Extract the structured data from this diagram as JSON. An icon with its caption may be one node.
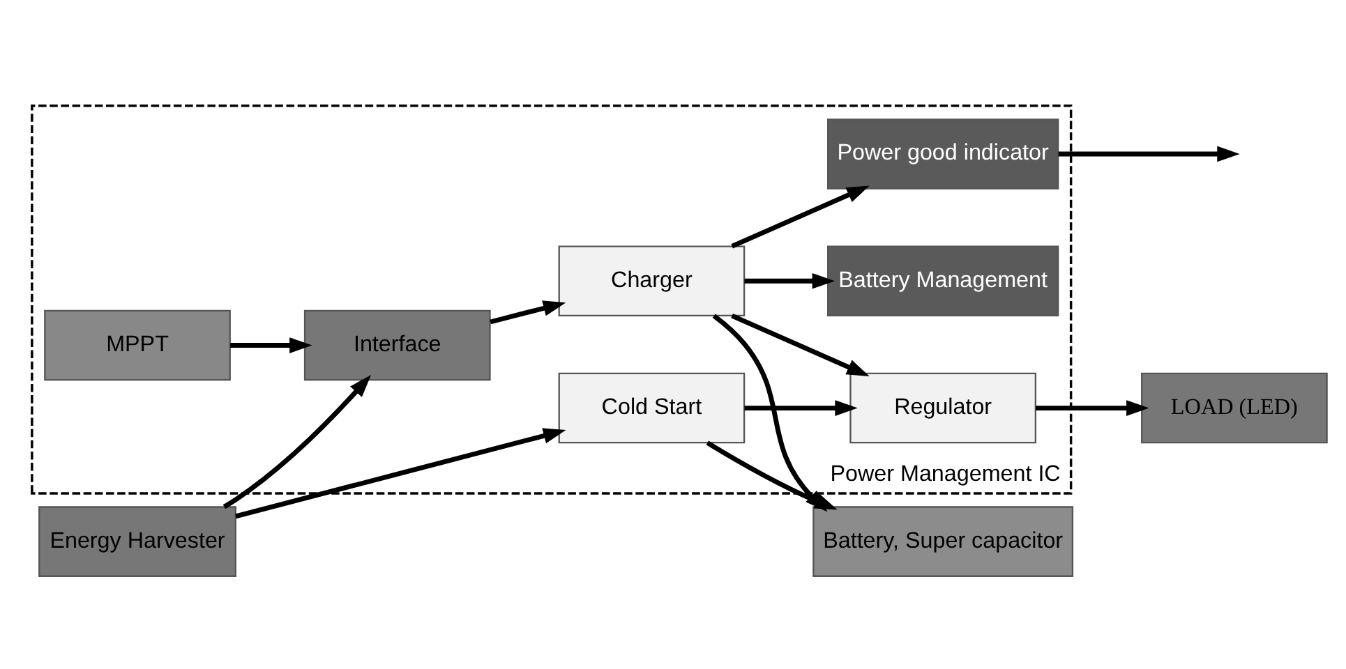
{
  "diagram": {
    "nodes": [
      {
        "text": [
          "Power Management IC"
        ]
      },
      {
        "text": [
          "Battery, Super capacitor"
        ]
      },
      {
        "text": [
          "MPPT"
        ],
        "in": 0
      },
      {
        "text": [
          "Battery Management"
        ],
        "in": 0
      },
      {
        "text": [
          "Power good indicator"
        ],
        "in": 0
      },
      {
        "text": [
          "Energy Harvester"
        ]
      },
      {
        "text": [
          "Interface"
        ],
        "in": 0
      },
      {
        "text": [
          "Charger"
        ],
        "in": 0
      },
      {
        "text": [
          "Regulator"
        ],
        "in": 0
      },
      {
        "text": [
          "LOAD (LED)"
        ]
      },
      {
        "text": [
          "Cold Start"
        ],
        "in": 0
      }
    ],
    "edges": [
      {
        "from": 2,
        "to": 6,
        "arrow": "to"
      },
      {
        "from": 5,
        "to": 6,
        "arrow": "to"
      },
      {
        "from": 5,
        "to": 10,
        "arrow": "to"
      },
      {
        "from": 6,
        "to": 7,
        "arrow": "to"
      },
      {
        "from": 7,
        "to": 8,
        "arrow": "to"
      },
      {
        "from": 7,
        "to": 1,
        "arrow": "to"
      },
      {
        "from": 10,
        "to": 8,
        "arrow": "to"
      },
      {
        "from": 10,
        "to": 1,
        "arrow": "to"
      },
      {
        "from": 7,
        "to": 3,
        "arrow": "to"
      },
      {
        "from": 7,
        "to": 4,
        "arrow": "to"
      },
      {
        "from": 4,
        "to": null,
        "arrow": "to"
      },
      {
        "from": 8,
        "to": 9,
        "arrow": "to"
      }
    ]
  }
}
